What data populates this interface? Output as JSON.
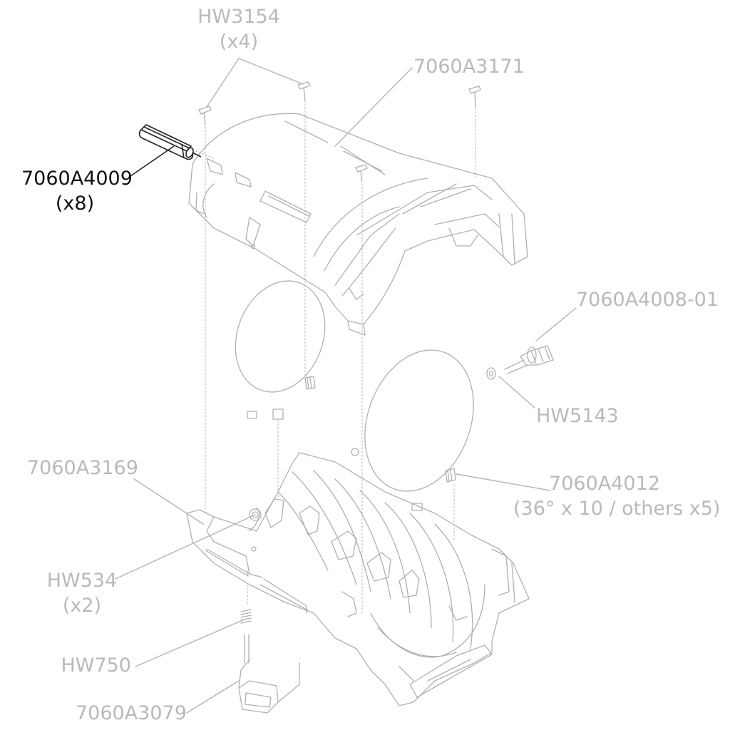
{
  "diagram": {
    "labels": {
      "hw3154": {
        "part": "HW3154",
        "qty": "(x4)"
      },
      "a3171": {
        "part": "7060A3171"
      },
      "a4009": {
        "part": "7060A4009",
        "qty": "(x8)"
      },
      "a4008": {
        "part": "7060A4008-01"
      },
      "hw5143": {
        "part": "HW5143"
      },
      "a3169": {
        "part": "7060A3169"
      },
      "a4012": {
        "part": "7060A4012",
        "qty": "(36° x 10 / others x5)"
      },
      "hw534": {
        "part": "HW534",
        "qty": "(x2)"
      },
      "hw750": {
        "part": "HW750"
      },
      "a3079": {
        "part": "7060A3079"
      }
    },
    "colors": {
      "faded_label": "#b9b9b9",
      "highlight_label": "#111111",
      "line_art": "#b0b0b0",
      "highlight_part": "#222222"
    }
  }
}
